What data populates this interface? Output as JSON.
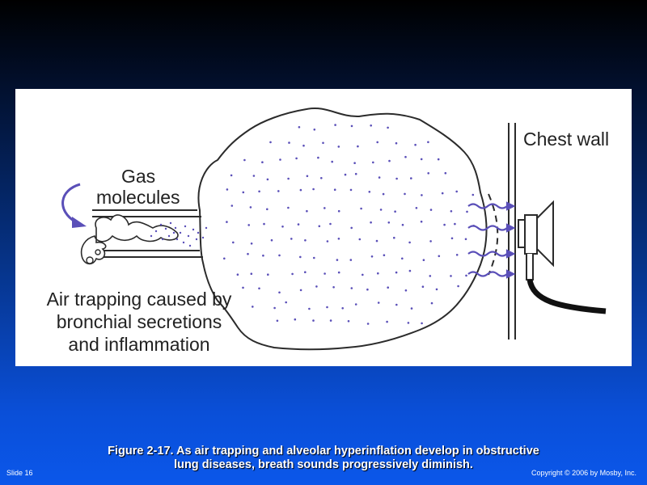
{
  "figure": {
    "labels": {
      "gas_molecules_line1": "Gas",
      "gas_molecules_line2": "molecules",
      "chest_wall": "Chest wall",
      "air_trapping_line1": "Air trapping caused by",
      "air_trapping_line2": "bronchial secretions",
      "air_trapping_line3": "and inflammation"
    },
    "colors": {
      "ink": "#2b2b2b",
      "molecule": "#5a4fb8",
      "panel": "#ffffff"
    }
  },
  "caption": {
    "line1": "Figure 2-17. As air trapping and alveolar hyperinflation develop in obstructive",
    "line2": "lung diseases, breath sounds progressively diminish."
  },
  "footer": {
    "slide": "Slide 16",
    "copyright": "Copyright © 2006 by Mosby, Inc."
  }
}
